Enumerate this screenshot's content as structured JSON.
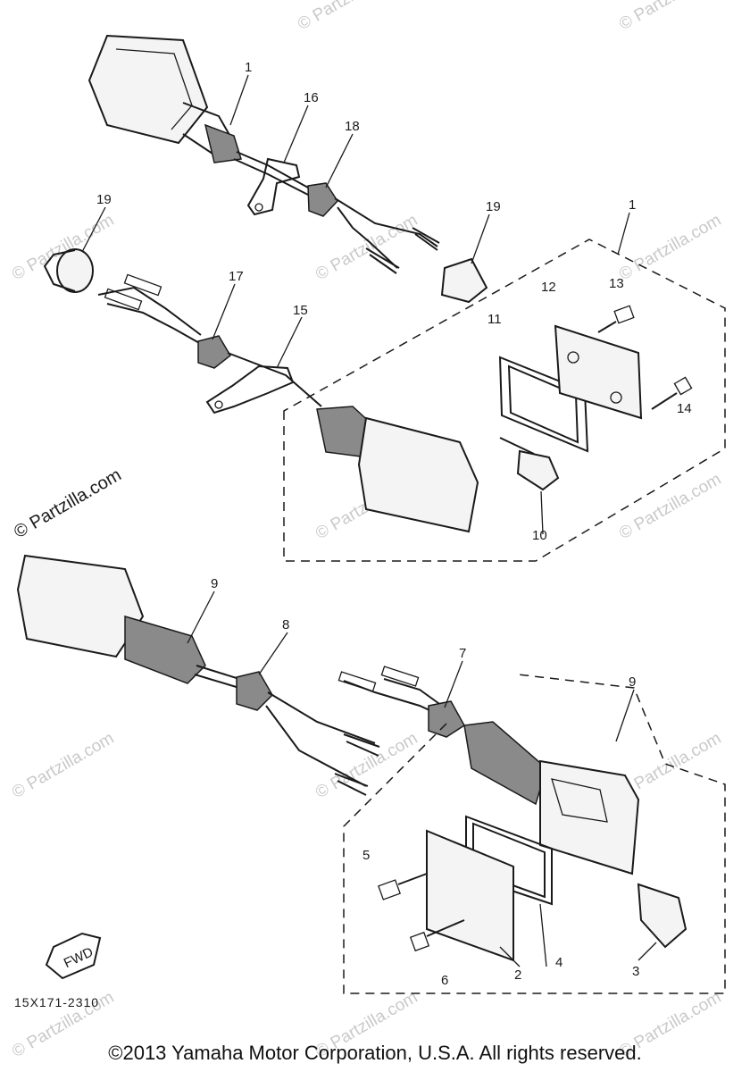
{
  "diagram": {
    "part_numbers": [
      "1",
      "16",
      "18",
      "19",
      "19",
      "1",
      "13",
      "12",
      "11",
      "14",
      "17",
      "15",
      "10",
      "9",
      "8",
      "7",
      "9",
      "5",
      "4",
      "2",
      "6",
      "3"
    ],
    "fwd_label": "FWD",
    "diagram_code": "15X171-2310"
  },
  "watermark": {
    "text": "© Partzilla.com",
    "side_text": "© Partzilla.com"
  },
  "footer": {
    "copyright": "©2013 Yamaha Motor Corporation, U.S.A. All rights reserved."
  }
}
